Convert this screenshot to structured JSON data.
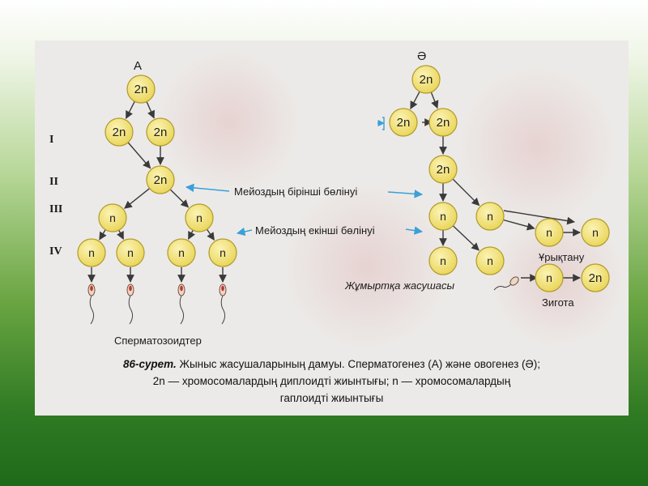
{
  "branch_labels": {
    "spermatogenesis": "А",
    "oogenesis": "Ә"
  },
  "stage_labels": [
    "I",
    "II",
    "III",
    "IV"
  ],
  "cell_labels": {
    "diploid": "2n",
    "haploid": "n"
  },
  "annotations": {
    "meiosis_first": "Мейоздың бірінші бөлінуі",
    "meiosis_second": "Мейоздың екінші бөлінуі",
    "egg_cell": "Жұмыртқа жасушасы",
    "fertilization": "Ұрықтану",
    "zygote": "Зигота",
    "spermatozoa": "Сперматозоидтер"
  },
  "caption": {
    "figure_number": "86-сурет.",
    "line1_rest": "Жыныс жасушаларының дамуы. Сперматогенез (А) және овогенез (Ә);",
    "line2": "2n — хромосомалардың диплоидті жиынтығы; n — хромосомалардың",
    "line3": "гаплоидті жиынтығы"
  },
  "colors": {
    "cell_fill": "#f3e37a",
    "cell_stroke": "#b09a2a",
    "arrow": "#3a3a3a",
    "accent_arrow": "#3aa0d8",
    "sperm_head": "#c0302a"
  }
}
